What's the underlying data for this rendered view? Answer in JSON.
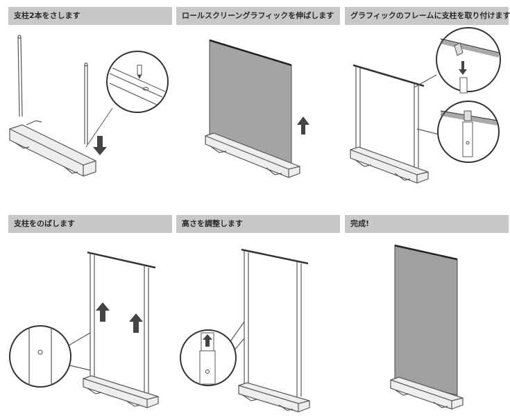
{
  "steps": [
    {
      "title": "支柱2本をさします"
    },
    {
      "title": "ロールスクリーングラフィックを伸ばします"
    },
    {
      "title": "グラフィックのフレームに支柱を取り付けます"
    },
    {
      "title": "支柱をのばします"
    },
    {
      "title": "高さを調整します"
    },
    {
      "title": "完成!"
    }
  ],
  "colors": {
    "header_bg": "#c8c8c8",
    "title_text": "#2a2a2a",
    "line": "#555555",
    "graphic_fill": "#9a9a9a"
  }
}
